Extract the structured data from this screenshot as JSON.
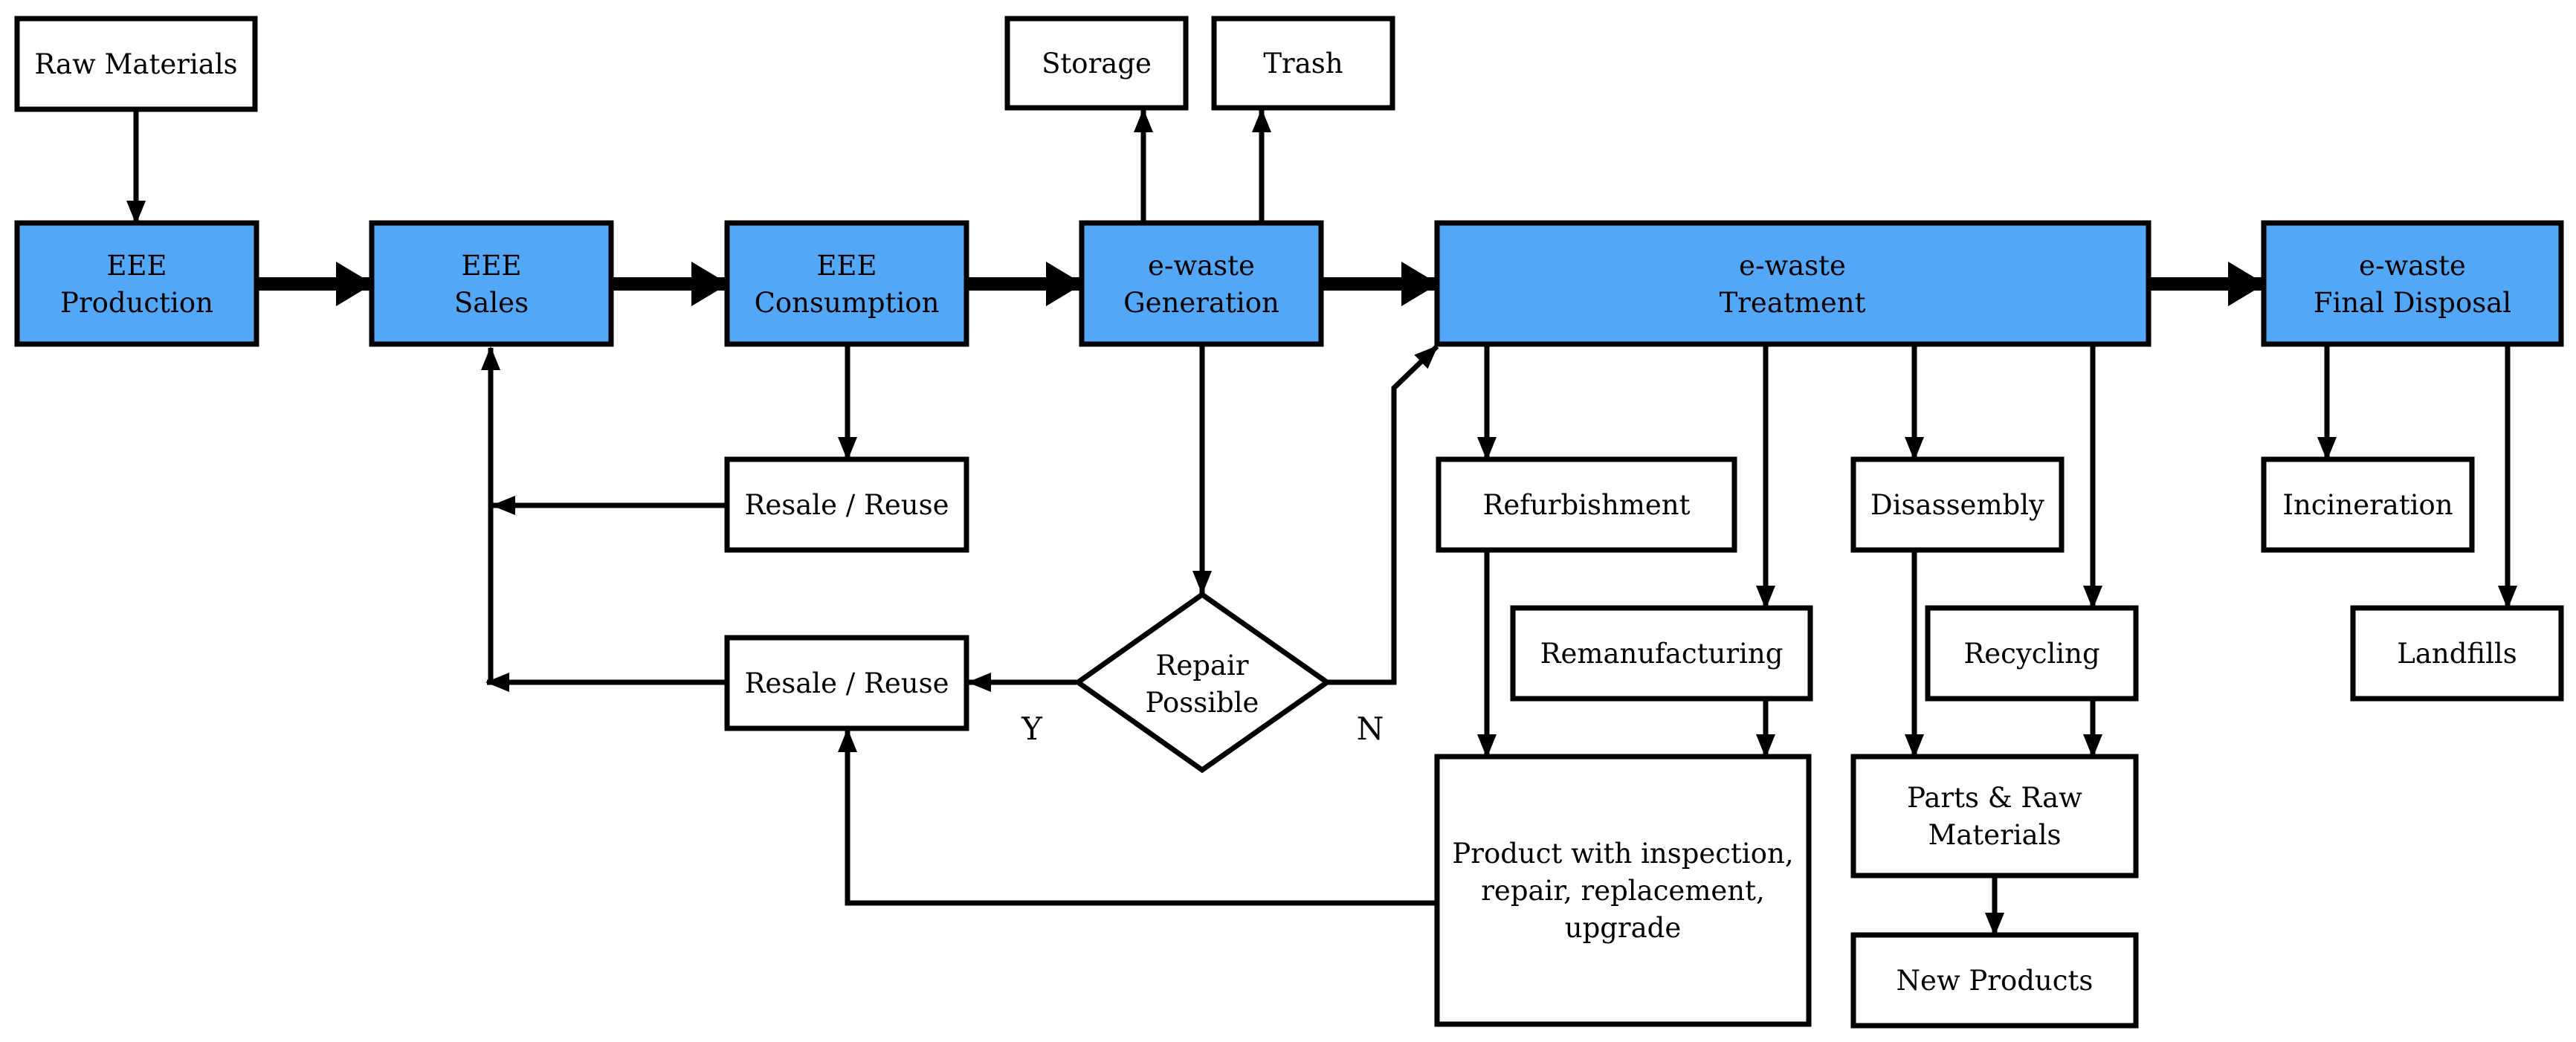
{
  "colors": {
    "stage_fill": "#52a7f7",
    "box_fill": "#ffffff",
    "stroke": "#000000"
  },
  "nodes": {
    "raw_materials": {
      "lines": [
        "Raw Materials"
      ]
    },
    "eee_production": {
      "lines": [
        "EEE",
        "Production"
      ]
    },
    "eee_sales": {
      "lines": [
        "EEE",
        "Sales"
      ]
    },
    "eee_consumption": {
      "lines": [
        "EEE",
        "Consumption"
      ]
    },
    "ewaste_generation": {
      "lines": [
        "e-waste",
        "Generation"
      ]
    },
    "ewaste_treatment": {
      "lines": [
        "e-waste",
        "Treatment"
      ]
    },
    "ewaste_final_disposal": {
      "lines": [
        "e-waste",
        "Final Disposal"
      ]
    },
    "storage": {
      "lines": [
        "Storage"
      ]
    },
    "trash": {
      "lines": [
        "Trash"
      ]
    },
    "resale_reuse_top": {
      "lines": [
        "Resale / Reuse"
      ]
    },
    "resale_reuse_bottom": {
      "lines": [
        "Resale / Reuse"
      ]
    },
    "repair_possible": {
      "lines": [
        "Repair",
        "Possible"
      ]
    },
    "refurbishment": {
      "lines": [
        "Refurbishment"
      ]
    },
    "remanufacturing": {
      "lines": [
        "Remanufacturing"
      ]
    },
    "product_inspection": {
      "lines": [
        "Product with inspection,",
        "repair, replacement,",
        "upgrade"
      ]
    },
    "disassembly": {
      "lines": [
        "Disassembly"
      ]
    },
    "recycling": {
      "lines": [
        "Recycling"
      ]
    },
    "parts_raw_materials": {
      "lines": [
        "Parts & Raw",
        "Materials"
      ]
    },
    "new_products": {
      "lines": [
        "New Products"
      ]
    },
    "incineration": {
      "lines": [
        "Incineration"
      ]
    },
    "landfills": {
      "lines": [
        "Landfills"
      ]
    }
  },
  "decision_labels": {
    "yes": "Y",
    "no": "N"
  }
}
